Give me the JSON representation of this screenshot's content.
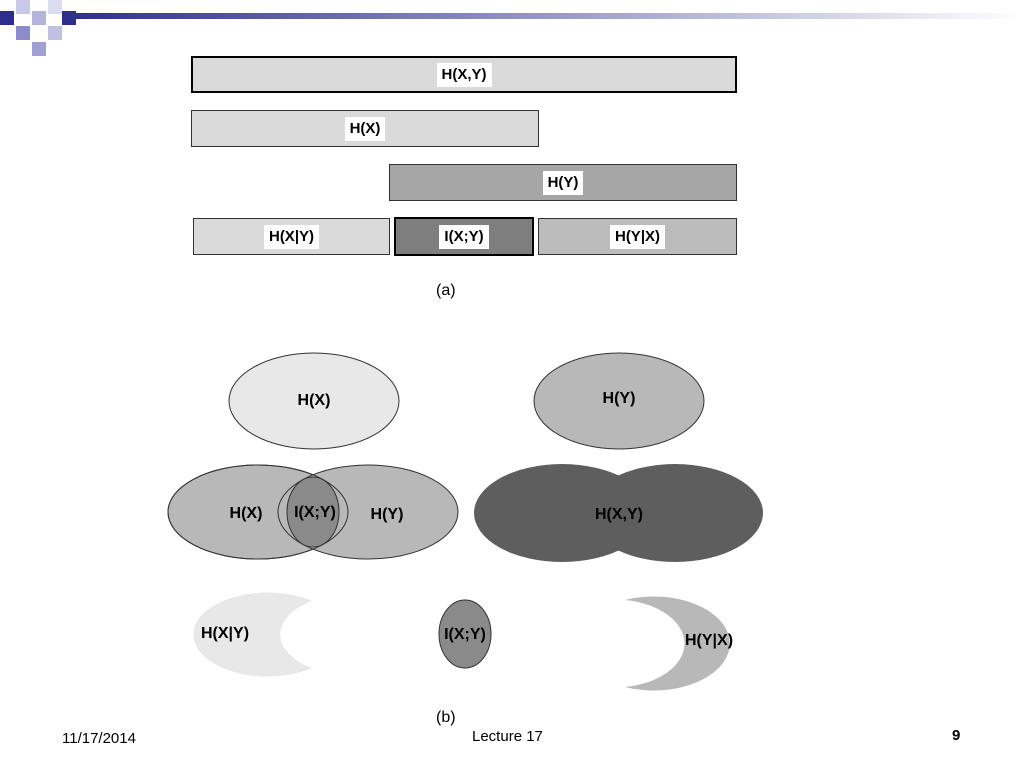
{
  "bars": {
    "joint": "H(X,Y)",
    "hx": "H(X)",
    "hy": "H(Y)",
    "hx_given_y": "H(X|Y)",
    "mutual": "I(X;Y)",
    "hy_given_x": "H(Y|X)"
  },
  "caption_a": "(a)",
  "venn": {
    "hx_single": "H(X)",
    "hy_single": "H(Y)",
    "overlap_hx": "H(X)",
    "overlap_mutual": "I(X;Y)",
    "overlap_hy": "H(Y)",
    "joint": "H(X,Y)",
    "hx_given_y": "H(X|Y)",
    "mutual": "I(X;Y)",
    "hy_given_x": "H(Y|X)"
  },
  "caption_b": "(b)",
  "footer": {
    "date": "11/17/2014",
    "title": "Lecture 17",
    "page": "9"
  },
  "colors": {
    "accent_blue": "#2e2e8c",
    "light_gray": "#dadada",
    "mid_gray": "#a6a6a6",
    "dark_gray": "#5e5e5e"
  }
}
